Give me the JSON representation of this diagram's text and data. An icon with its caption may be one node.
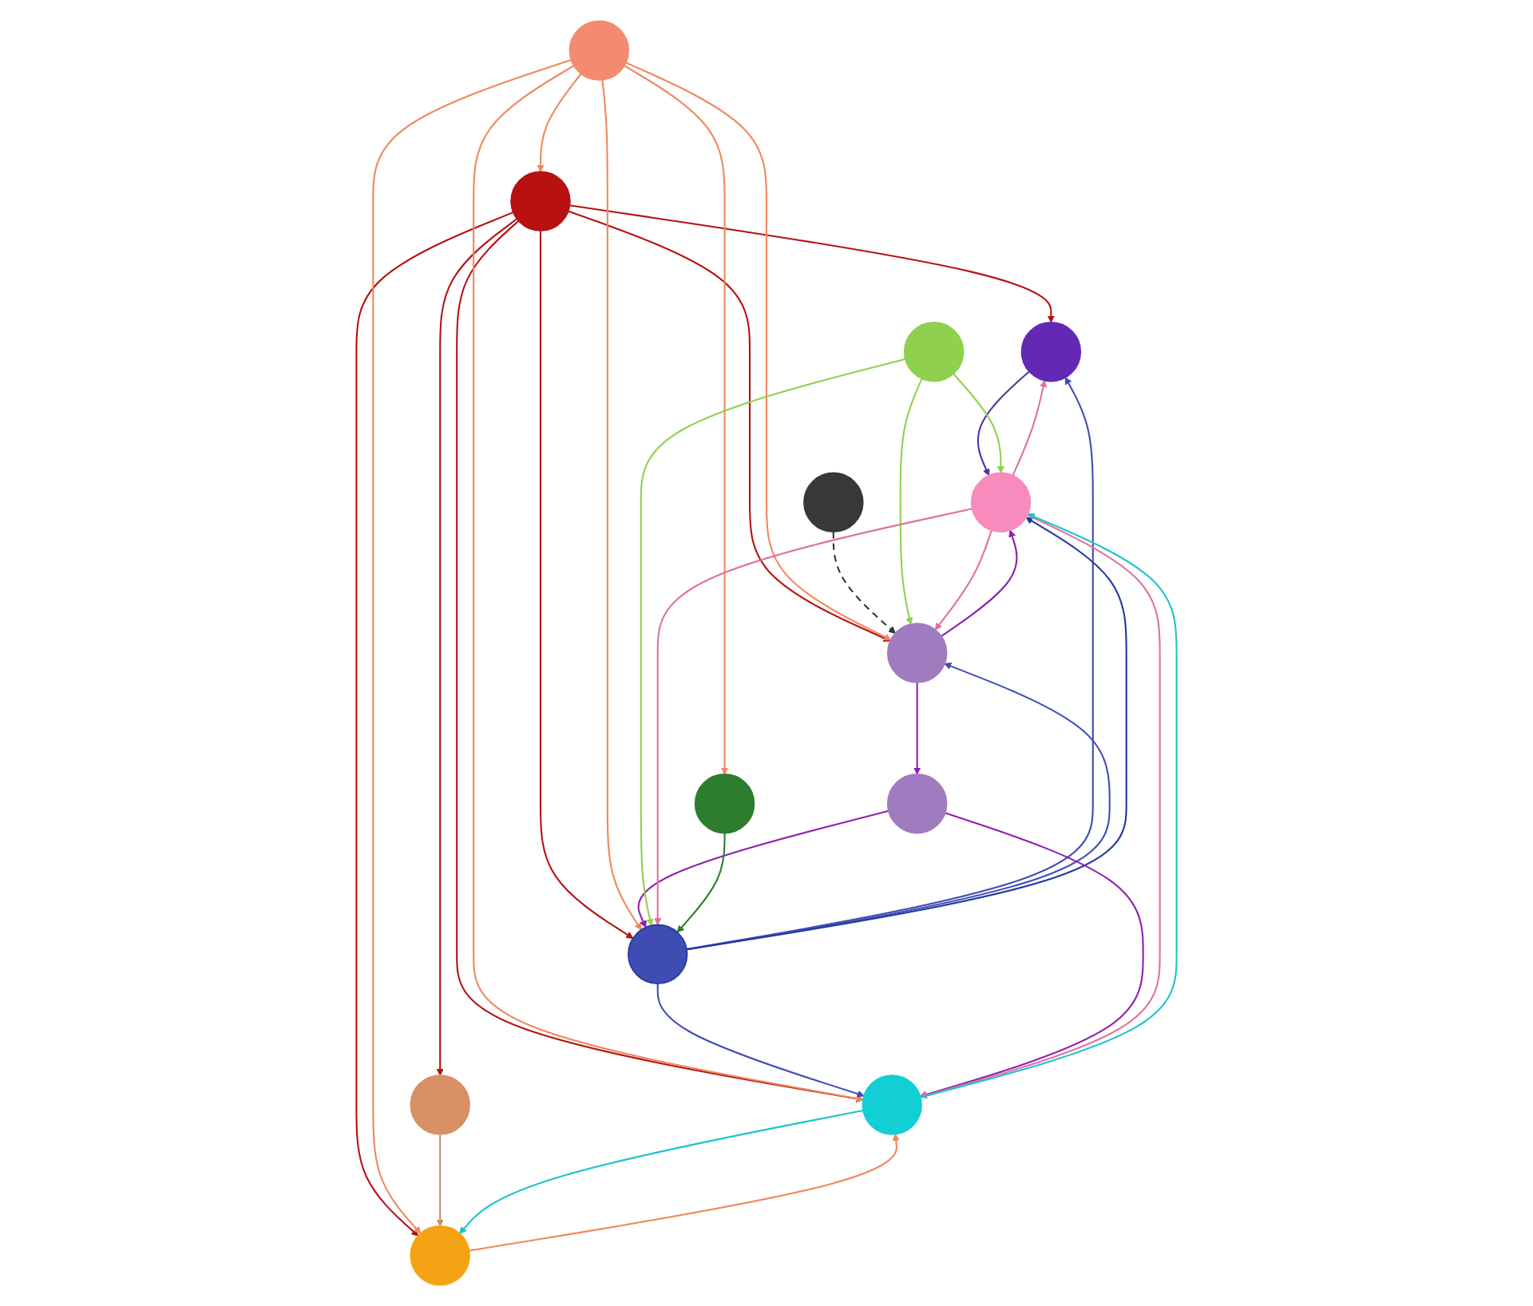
{
  "diagram": {
    "nodes": [
      {
        "text": [],
        "shape": "circle"
      },
      {
        "text": [],
        "shape": "circle"
      },
      {
        "text": [],
        "shape": "circle"
      },
      {
        "text": [],
        "shape": "circle"
      },
      {
        "text": [],
        "shape": "circle"
      },
      {
        "text": [],
        "shape": "circle"
      },
      {
        "text": [],
        "shape": "circle"
      },
      {
        "text": [],
        "shape": "circle"
      },
      {
        "text": [],
        "shape": "circle"
      },
      {
        "text": [],
        "shape": "circle"
      },
      {
        "text": [],
        "shape": "circle"
      },
      {
        "text": [],
        "shape": "circle"
      },
      {
        "text": [],
        "shape": "circle"
      }
    ],
    "edges": [
      {
        "from": 1,
        "to": 0,
        "arrow": "to",
        "color": "#b71111"
      },
      {
        "from": 1,
        "to": 2,
        "arrow": "to",
        "color": "#b71111"
      },
      {
        "from": 1,
        "to": 7,
        "arrow": "to",
        "color": "#b71111"
      },
      {
        "from": 1,
        "to": 11,
        "arrow": "to",
        "color": "#b71111"
      },
      {
        "from": 1,
        "to": 12,
        "arrow": "to",
        "color": "#b71111"
      },
      {
        "from": 1,
        "to": 10,
        "arrow": "to",
        "color": "#b71111"
      },
      {
        "from": 4,
        "to": 1,
        "arrow": "to",
        "color": "#f0875f"
      },
      {
        "from": 4,
        "to": 2,
        "arrow": "to",
        "color": "#f0875f"
      },
      {
        "from": 4,
        "to": 8,
        "arrow": "to",
        "color": "#f0875f"
      },
      {
        "from": 4,
        "to": 7,
        "arrow": "to",
        "color": "#f0875f"
      },
      {
        "from": 4,
        "to": 10,
        "arrow": "to",
        "color": "#f0875f"
      },
      {
        "from": 4,
        "to": 12,
        "arrow": "to",
        "color": "#f0875f"
      },
      {
        "from": 7,
        "to": 0,
        "arrow": "to",
        "color": "#3f4db3"
      },
      {
        "from": 7,
        "to": 2,
        "arrow": "to",
        "color": "#3f4db3"
      },
      {
        "from": 7,
        "to": 10,
        "arrow": "to",
        "color": "#3f4db3"
      },
      {
        "from": 7,
        "to": 9,
        "arrow": "to",
        "color": "#1d3a9e"
      },
      {
        "from": 0,
        "to": 9,
        "arrow": "to",
        "color": "#4f34a8"
      },
      {
        "from": 2,
        "to": 5,
        "arrow": "to",
        "color": "#8e1fb0"
      },
      {
        "from": 2,
        "to": 9,
        "arrow": "to",
        "color": "#8e1fb0"
      },
      {
        "from": 5,
        "to": 7,
        "arrow": "to",
        "color": "#8e1fb0"
      },
      {
        "from": 5,
        "to": 10,
        "arrow": "to",
        "color": "#8e1fb0"
      },
      {
        "from": 3,
        "to": 2,
        "arrow": "to",
        "style": "dashed",
        "color": "#333333"
      },
      {
        "from": 6,
        "to": 2,
        "arrow": "to",
        "color": "#8fd14f"
      },
      {
        "from": 6,
        "to": 7,
        "arrow": "to",
        "color": "#8fd14f"
      },
      {
        "from": 6,
        "to": 9,
        "arrow": "to",
        "color": "#8fd14f"
      },
      {
        "from": 9,
        "to": 0,
        "arrow": "to",
        "color": "#e0709b"
      },
      {
        "from": 9,
        "to": 2,
        "arrow": "to",
        "color": "#e0709b"
      },
      {
        "from": 9,
        "to": 7,
        "arrow": "to",
        "color": "#e0709b"
      },
      {
        "from": 9,
        "to": 10,
        "arrow": "to",
        "color": "#e0709b"
      },
      {
        "from": 8,
        "to": 7,
        "arrow": "to",
        "color": "#2e7d2e"
      },
      {
        "from": 11,
        "to": 12,
        "arrow": "to",
        "color": "#d08b60"
      },
      {
        "from": 12,
        "to": 10,
        "arrow": "to",
        "color": "#f0875f"
      },
      {
        "from": 10,
        "to": 12,
        "arrow": "to",
        "color": "#1ec3cc"
      },
      {
        "from": 10,
        "to": 9,
        "arrow": "to",
        "color": "#1ec3cc"
      }
    ]
  }
}
